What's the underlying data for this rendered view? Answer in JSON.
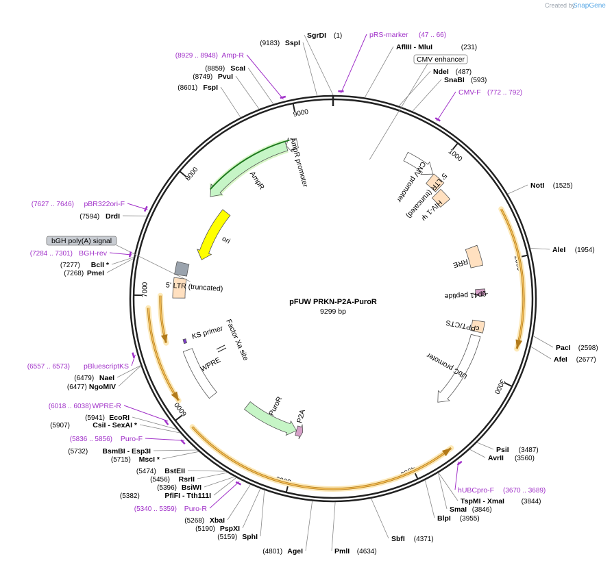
{
  "credit": {
    "created_by": "Created by",
    "brand": "SnapGene"
  },
  "plasmid": {
    "name": "pFUW PRKN-P2A-PuroR",
    "size": "9299 bp",
    "length": 9299
  },
  "ticks": [
    {
      "label": "1000",
      "pos": 1000
    },
    {
      "label": "2000",
      "pos": 2000
    },
    {
      "label": "3000",
      "pos": 3000
    },
    {
      "label": "4000",
      "pos": 4000
    },
    {
      "label": "5000",
      "pos": 5000
    },
    {
      "label": "6000",
      "pos": 6000
    },
    {
      "label": "7000",
      "pos": 7000
    },
    {
      "label": "8000",
      "pos": 8000
    },
    {
      "label": "9000",
      "pos": 9000
    }
  ],
  "restriction_sites": [
    {
      "name": "SgrDI",
      "pos_label": "(1)",
      "pos": 1
    },
    {
      "name": "SspI",
      "pos_label": "(9183)",
      "pos": 9183
    },
    {
      "name": "ScaI",
      "pos_label": "(8859)",
      "pos": 8859
    },
    {
      "name": "PvuI",
      "pos_label": "(8749)",
      "pos": 8749
    },
    {
      "name": "FspI",
      "pos_label": "(8601)",
      "pos": 8601
    },
    {
      "name": "AflIII  - MluI",
      "pos_label": "(231)",
      "pos": 231
    },
    {
      "name": "NdeI",
      "pos_label": "(487)",
      "pos": 487
    },
    {
      "name": "SnaBI",
      "pos_label": "(593)",
      "pos": 593
    },
    {
      "name": "NotI",
      "pos_label": "(1525)",
      "pos": 1525
    },
    {
      "name": "AleI",
      "pos_label": "(1954)",
      "pos": 1954
    },
    {
      "name": "PacI",
      "pos_label": "(2598)",
      "pos": 2598
    },
    {
      "name": "AfeI",
      "pos_label": "(2677)",
      "pos": 2677
    },
    {
      "name": "PsiI",
      "pos_label": "(3487)",
      "pos": 3487
    },
    {
      "name": "AvrII",
      "pos_label": "(3560)",
      "pos": 3560
    },
    {
      "name": "TspMI  - XmaI",
      "pos_label": "(3844)",
      "pos": 3844
    },
    {
      "name": "SmaI",
      "pos_label": "(3846)",
      "pos": 3846
    },
    {
      "name": "BlpI",
      "pos_label": "(3955)",
      "pos": 3955
    },
    {
      "name": "SbfI",
      "pos_label": "(4371)",
      "pos": 4371
    },
    {
      "name": "PmlI",
      "pos_label": "(4634)",
      "pos": 4634
    },
    {
      "name": "AgeI",
      "pos_label": "(4801)",
      "pos": 4801
    },
    {
      "name": "SphI",
      "pos_label": "(5159)",
      "pos": 5159
    },
    {
      "name": "PspXI",
      "pos_label": "(5190)",
      "pos": 5190
    },
    {
      "name": "XbaI",
      "pos_label": "(5268)",
      "pos": 5268
    },
    {
      "name": "PflFI  - Tth111I",
      "pos_label": "(5382)",
      "pos": 5382
    },
    {
      "name": "BsiWI",
      "pos_label": "(5396)",
      "pos": 5396
    },
    {
      "name": "RsrII",
      "pos_label": "(5456)",
      "pos": 5456
    },
    {
      "name": "BstEII",
      "pos_label": "(5474)",
      "pos": 5474
    },
    {
      "name": "MscI *",
      "pos_label": "(5715)",
      "pos": 5715
    },
    {
      "name": "BsmBI  - Esp3I",
      "pos_label": "(5732)",
      "pos": 5732
    },
    {
      "name": "CsiI  - SexAI *",
      "pos_label": "(5907)",
      "pos": 5907
    },
    {
      "name": "EcoRI",
      "pos_label": "(5941)",
      "pos": 5941
    },
    {
      "name": "NgoMIV",
      "pos_label": "(6477)",
      "pos": 6477
    },
    {
      "name": "NaeI",
      "pos_label": "(6479)",
      "pos": 6479
    },
    {
      "name": "PmeI",
      "pos_label": "(7268)",
      "pos": 7268
    },
    {
      "name": "BclI *",
      "pos_label": "(7277)",
      "pos": 7277
    },
    {
      "name": "DrdI",
      "pos_label": "(7594)",
      "pos": 7594
    }
  ],
  "primers": [
    {
      "name": "pRS-marker",
      "range": "(47 .. 66)",
      "pos": 56
    },
    {
      "name": "Amp-R",
      "range": "(8929 .. 8948)",
      "pos": 8938
    },
    {
      "name": "CMV-F",
      "range": "(772 .. 792)",
      "pos": 782
    },
    {
      "name": "pBR322ori-F",
      "range": "(7627 .. 7646)",
      "pos": 7636
    },
    {
      "name": "BGH-rev",
      "range": "(7284 .. 7301)",
      "pos": 7292
    },
    {
      "name": "pBluescriptKS",
      "range": "(6557 .. 6573)",
      "pos": 6565
    },
    {
      "name": "WPRE-R",
      "range": "(6018 .. 6038)",
      "pos": 6028
    },
    {
      "name": "Puro-F",
      "range": "(5836 .. 5856)",
      "pos": 5846
    },
    {
      "name": "Puro-R",
      "range": "(5340 .. 5359)",
      "pos": 5350
    },
    {
      "name": "hUBCpro-F",
      "range": "(3670 .. 3689)",
      "pos": 3680
    }
  ],
  "boxed_features": [
    {
      "name": "CMV enhancer",
      "pos": 380
    },
    {
      "name": "bGH poly(A) signal",
      "pos": 7150
    }
  ],
  "features": [
    {
      "name": "AmpR",
      "start": 8000,
      "end": 8860,
      "dir": -1,
      "color": "#c6f5c6"
    },
    {
      "name": "AmpR promoter",
      "start": 8860,
      "end": 8965,
      "dir": -1,
      "color": "#ffffff"
    },
    {
      "name": "ori",
      "start": 7400,
      "end": 7980,
      "dir": -1,
      "color": "#ffff00"
    },
    {
      "name": "CMV promoter",
      "start": 700,
      "end": 1000,
      "dir": 1,
      "color": "#ffffff"
    },
    {
      "name": "5' LTR (truncated)",
      "start": 1005,
      "end": 1130,
      "dir": 0,
      "color": "#ffe0c0"
    },
    {
      "name": "HIV-1 Ψ",
      "start": 1150,
      "end": 1280,
      "dir": 0,
      "color": "#ffe0c0"
    },
    {
      "name": "RRE",
      "start": 1800,
      "end": 2000,
      "dir": 0,
      "color": "#ffe0c0"
    },
    {
      "name": "gp41 peptide",
      "start": 2230,
      "end": 2300,
      "dir": 1,
      "color": "#d6a0c8"
    },
    {
      "name": "cPPT/CTS",
      "start": 2550,
      "end": 2660,
      "dir": 0,
      "color": "#ffe0c0"
    },
    {
      "name": "UbC promoter",
      "start": 2700,
      "end": 3480,
      "dir": 1,
      "color": "#ffffff"
    },
    {
      "name": "PuroR",
      "start": 5050,
      "end": 5650,
      "dir": -1,
      "color": "#c6f5c6"
    },
    {
      "name": "P2A",
      "start": 4980,
      "end": 5050,
      "dir": -1,
      "color": "#d6a0c8"
    },
    {
      "name": "WPRE",
      "start": 5970,
      "end": 6470,
      "dir": 0,
      "color": "#ffffff"
    },
    {
      "name": "KS primer",
      "start": 6540,
      "end": 6580,
      "dir": 0,
      "color": "#7d3cc8"
    },
    {
      "name": "5' LTR (truncated)",
      "start": 6980,
      "end": 7170,
      "dir": 0,
      "color": "#ffe0c0"
    },
    {
      "name": "bGH poly(A) signal",
      "start": 7200,
      "end": 7320,
      "dir": 0,
      "color": "#9aa3ad"
    }
  ],
  "orfs": [
    {
      "start": 1600,
      "end": 2720,
      "dir": 1
    },
    {
      "start": 3660,
      "end": 5880,
      "dir": -1
    },
    {
      "start": 6110,
      "end": 6900,
      "dir": -1
    },
    {
      "start": 6590,
      "end": 7000,
      "dir": -1
    }
  ],
  "inner_labels": [
    {
      "name": "Factor Xa site"
    }
  ],
  "colors": {
    "orf_fill": "#f5c15c",
    "orf_glow": "#fde9b8",
    "backbone": "#222222",
    "primer": "#a030c8"
  }
}
